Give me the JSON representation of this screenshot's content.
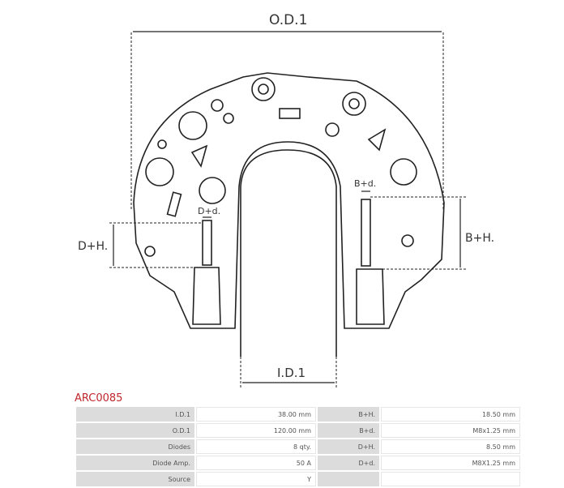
{
  "diagram": {
    "od": "O.D.1",
    "id": "I.D.1",
    "dh": "D+H.",
    "bh": "B+H.",
    "dd": "D+d.",
    "bd": "B+d."
  },
  "part_code": "ARC0085",
  "specs": [
    {
      "k1": "I.D.1",
      "v1": "38.00 mm",
      "k2": "B+H.",
      "v2": "18.50 mm"
    },
    {
      "k1": "O.D.1",
      "v1": "120.00 mm",
      "k2": "B+d.",
      "v2": "M8x1.25 mm"
    },
    {
      "k1": "Diodes",
      "v1": "8 qty.",
      "k2": "D+H.",
      "v2": "8.50 mm"
    },
    {
      "k1": "Diode Amp.",
      "v1": "50 A",
      "k2": "D+d.",
      "v2": "M8X1.25 mm"
    },
    {
      "k1": "Source",
      "v1": "Y",
      "k2": "",
      "v2": ""
    }
  ],
  "colors": {
    "accent": "#c0262d"
  }
}
